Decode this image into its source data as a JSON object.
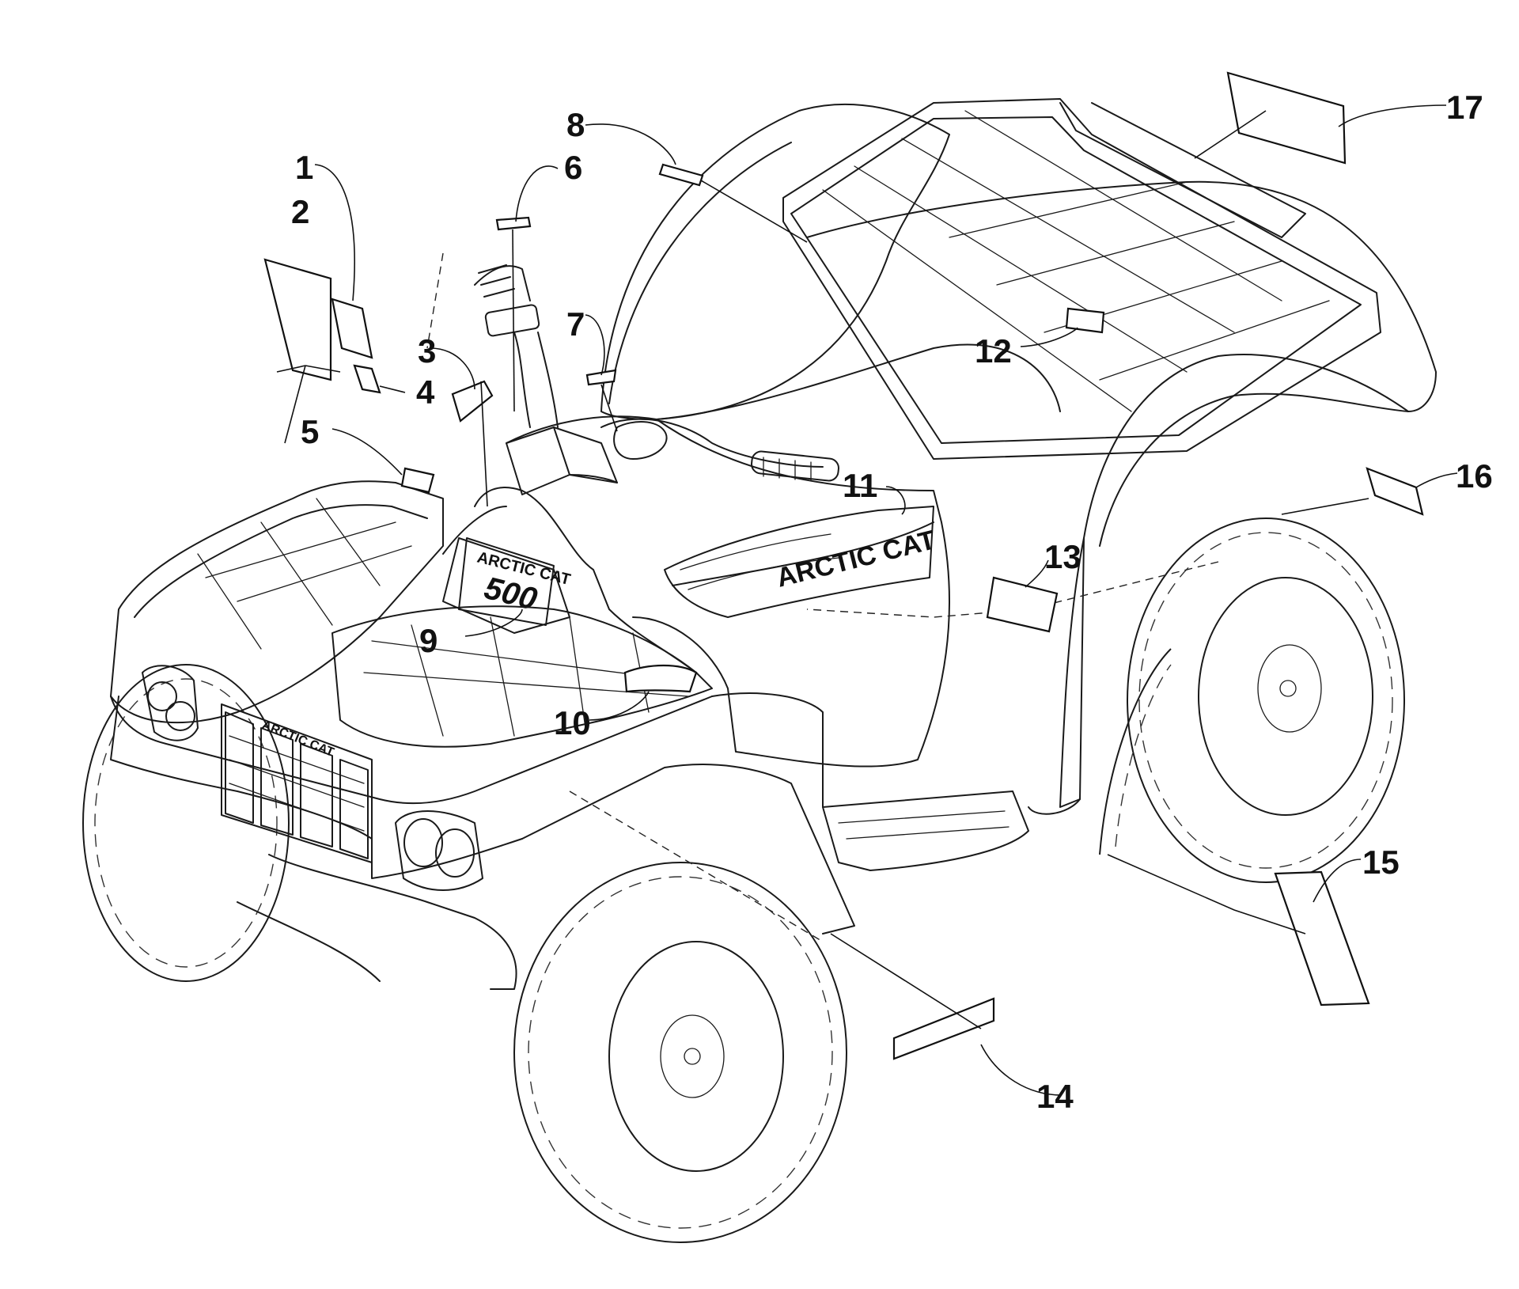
{
  "callouts": [
    {
      "n": "1"
    },
    {
      "n": "2"
    },
    {
      "n": "3"
    },
    {
      "n": "4"
    },
    {
      "n": "5"
    },
    {
      "n": "6"
    },
    {
      "n": "7"
    },
    {
      "n": "8"
    },
    {
      "n": "9"
    },
    {
      "n": "10"
    },
    {
      "n": "11"
    },
    {
      "n": "12"
    },
    {
      "n": "13"
    },
    {
      "n": "14"
    },
    {
      "n": "15"
    },
    {
      "n": "16"
    },
    {
      "n": "17"
    }
  ],
  "logos": {
    "hood_brand": "ARCTIC CAT",
    "hood_model": "500",
    "side_brand": "ARCTIC CAT",
    "grille_brand": "ARCTIC CAT"
  }
}
